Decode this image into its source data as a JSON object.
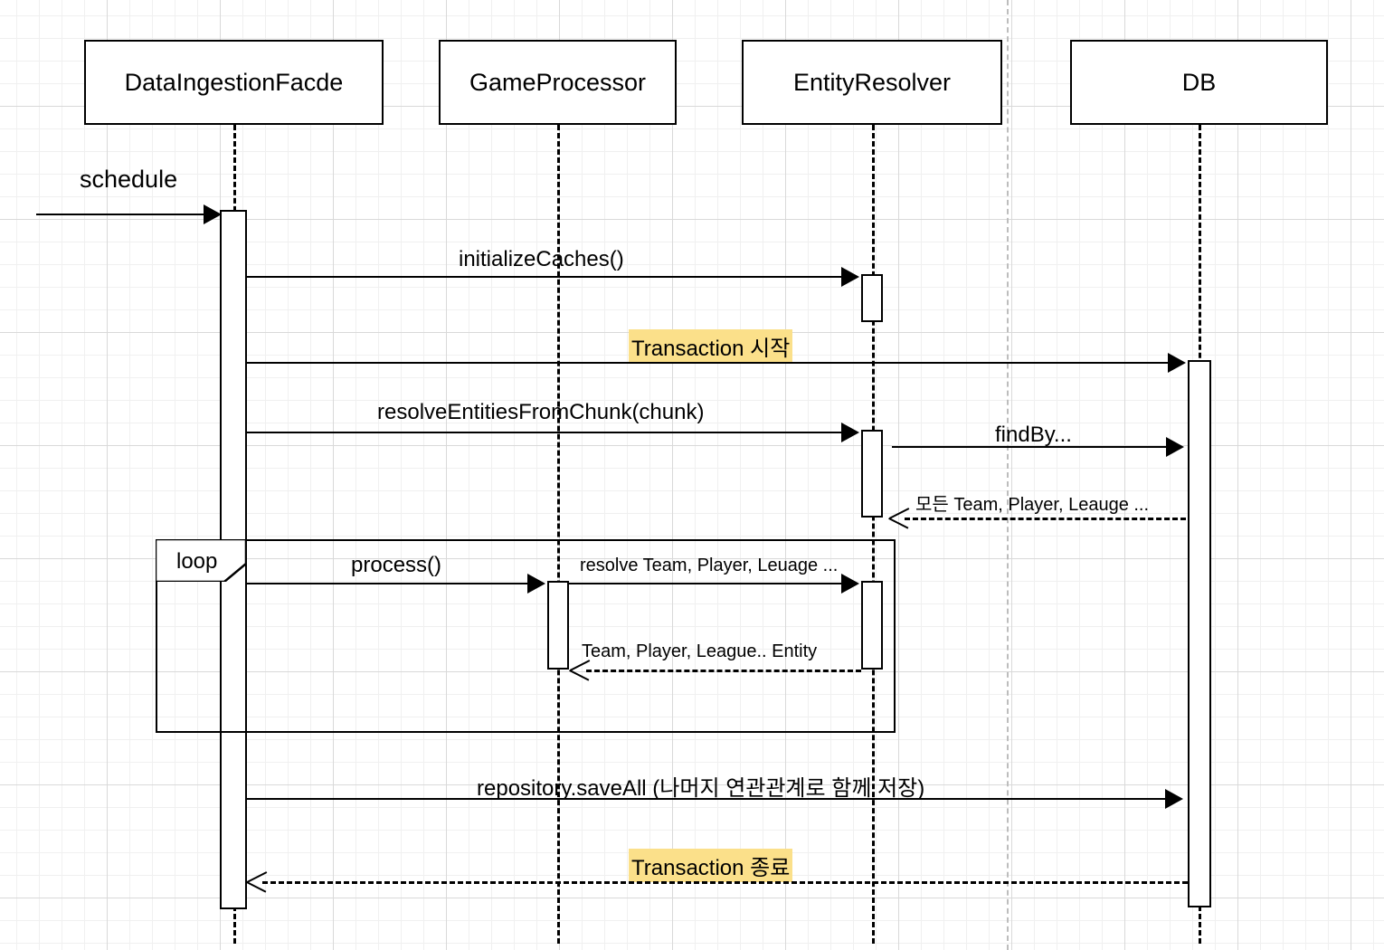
{
  "diagram": {
    "type": "uml-sequence-diagram",
    "title": "",
    "background": "graph-paper",
    "colors": {
      "stroke": "#000000",
      "fill": "#ffffff",
      "highlight": "#fbe08a",
      "grid_minor": "#f0f0f0",
      "grid_major": "#d9d9d9",
      "page_break": "#bdbdbd"
    }
  },
  "participants": [
    {
      "id": "facade",
      "label": "DataIngestionFacde"
    },
    {
      "id": "processor",
      "label": "GameProcessor"
    },
    {
      "id": "resolver",
      "label": "EntityResolver"
    },
    {
      "id": "db",
      "label": "DB"
    }
  ],
  "messages": [
    {
      "id": "m1",
      "label": "schedule",
      "from": "external",
      "to": "facade",
      "kind": "call"
    },
    {
      "id": "m2",
      "label": "initializeCaches()",
      "from": "facade",
      "to": "resolver",
      "kind": "call"
    },
    {
      "id": "m3",
      "label": "Transaction 시작",
      "from": "facade",
      "to": "db",
      "kind": "call",
      "highlight": true
    },
    {
      "id": "m4",
      "label": "resolveEntitiesFromChunk(chunk)",
      "from": "facade",
      "to": "resolver",
      "kind": "call"
    },
    {
      "id": "m5",
      "label": "findBy...",
      "from": "resolver",
      "to": "db",
      "kind": "call"
    },
    {
      "id": "m6",
      "label": "모든 Team, Player, Leauge ...",
      "from": "db",
      "to": "resolver",
      "kind": "return"
    },
    {
      "id": "m7",
      "label": "process()",
      "from": "facade",
      "to": "processor",
      "kind": "call"
    },
    {
      "id": "m8",
      "label": "resolve Team, Player, Leuage ...",
      "from": "processor",
      "to": "resolver",
      "kind": "call"
    },
    {
      "id": "m9",
      "label": "Team, Player, League.. Entity",
      "from": "resolver",
      "to": "processor",
      "kind": "return"
    },
    {
      "id": "m10",
      "label": "repository.saveAll (나머지 연관관계로 함께 저장)",
      "from": "facade",
      "to": "db",
      "kind": "call"
    },
    {
      "id": "m11",
      "label": "Transaction 종료",
      "from": "db",
      "to": "facade",
      "kind": "return",
      "highlight": true
    }
  ],
  "fragments": [
    {
      "id": "loop1",
      "operator": "loop",
      "guard": ""
    }
  ]
}
